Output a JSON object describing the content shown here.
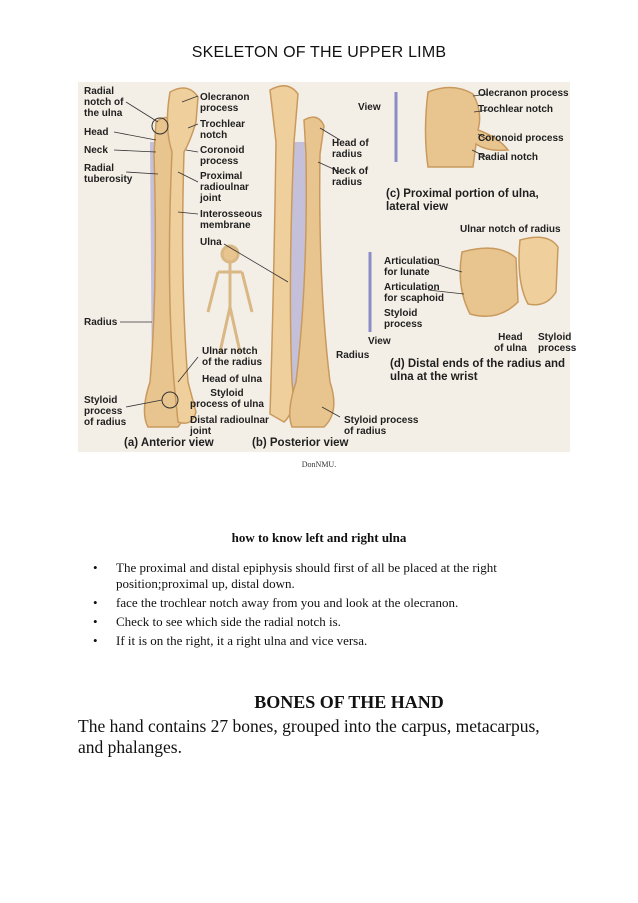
{
  "page_title": "SKELETON OF THE UPPER LIMB",
  "figure": {
    "labels_left": {
      "radial_notch": "Radial\nnotch of\nthe ulna",
      "head": "Head",
      "neck": "Neck",
      "radial_tuberosity": "Radial\ntuberosity",
      "radius": "Radius",
      "styloid_radius": "Styloid\nprocess\nof radius"
    },
    "labels_center": {
      "olecranon_process": "Olecranon\nprocess",
      "trochlear_notch": "Trochlear\nnotch",
      "coronoid_process": "Coronoid\nprocess",
      "proximal_joint": "Proximal\nradioulnar\njoint",
      "interosseous": "Interosseous\nmembrane",
      "ulna": "Ulna",
      "ulnar_notch": "Ulnar notch\nof the radius",
      "head_of_ulna": "Head of ulna",
      "styloid_ulna": "Styloid\nprocess of ulna",
      "distal_joint": "Distal radioulnar\njoint"
    },
    "labels_right_b": {
      "head_of_radius": "Head of\nradius",
      "neck_of_radius": "Neck of\nradius",
      "view": "View",
      "radius": "Radius",
      "styloid_radius": "Styloid process\nof radius"
    },
    "labels_c": {
      "view": "View",
      "olecranon": "Olecranon process",
      "trochlear": "Trochlear notch",
      "coronoid": "Coronoid process",
      "radial_notch": "Radial notch",
      "caption": "(c) Proximal portion of ulna,\nlateral view"
    },
    "labels_d": {
      "ulnar_notch": "Ulnar notch of radius",
      "lunate": "Articulation\nfor lunate",
      "scaphoid": "Articulation\nfor scaphoid",
      "styloid": "Styloid\nprocess",
      "head_of_ulna": "Head\nof ulna",
      "styloid_right": "Styloid\nprocess",
      "caption": "(d) Distal ends of the radius and\nulna at the wrist"
    },
    "caption_a": "(a) Anterior view",
    "caption_b": "(b) Posterior view",
    "colors": {
      "bone": "#e8c48f",
      "bone_shadow": "#c99a5e",
      "membrane": "#b9b4d6",
      "background": "#f4efe6"
    }
  },
  "credit": "DonNMU.",
  "section_heading": "how to know left and right ulna",
  "bullets": [
    "The proximal and distal epiphysis should first of all be placed at the right position;proximal up, distal down.",
    "face the trochlear notch away from you and look at the olecranon.",
    "Check to see which side the radial notch is.",
    "If it is on the right, it a right ulna and vice versa."
  ],
  "hand_heading": "BONES OF THE HAND",
  "hand_paragraph_line1": "The hand contains 27 bones, grouped into the carpus, metacarpus,",
  "hand_paragraph_line2": "and phalanges."
}
